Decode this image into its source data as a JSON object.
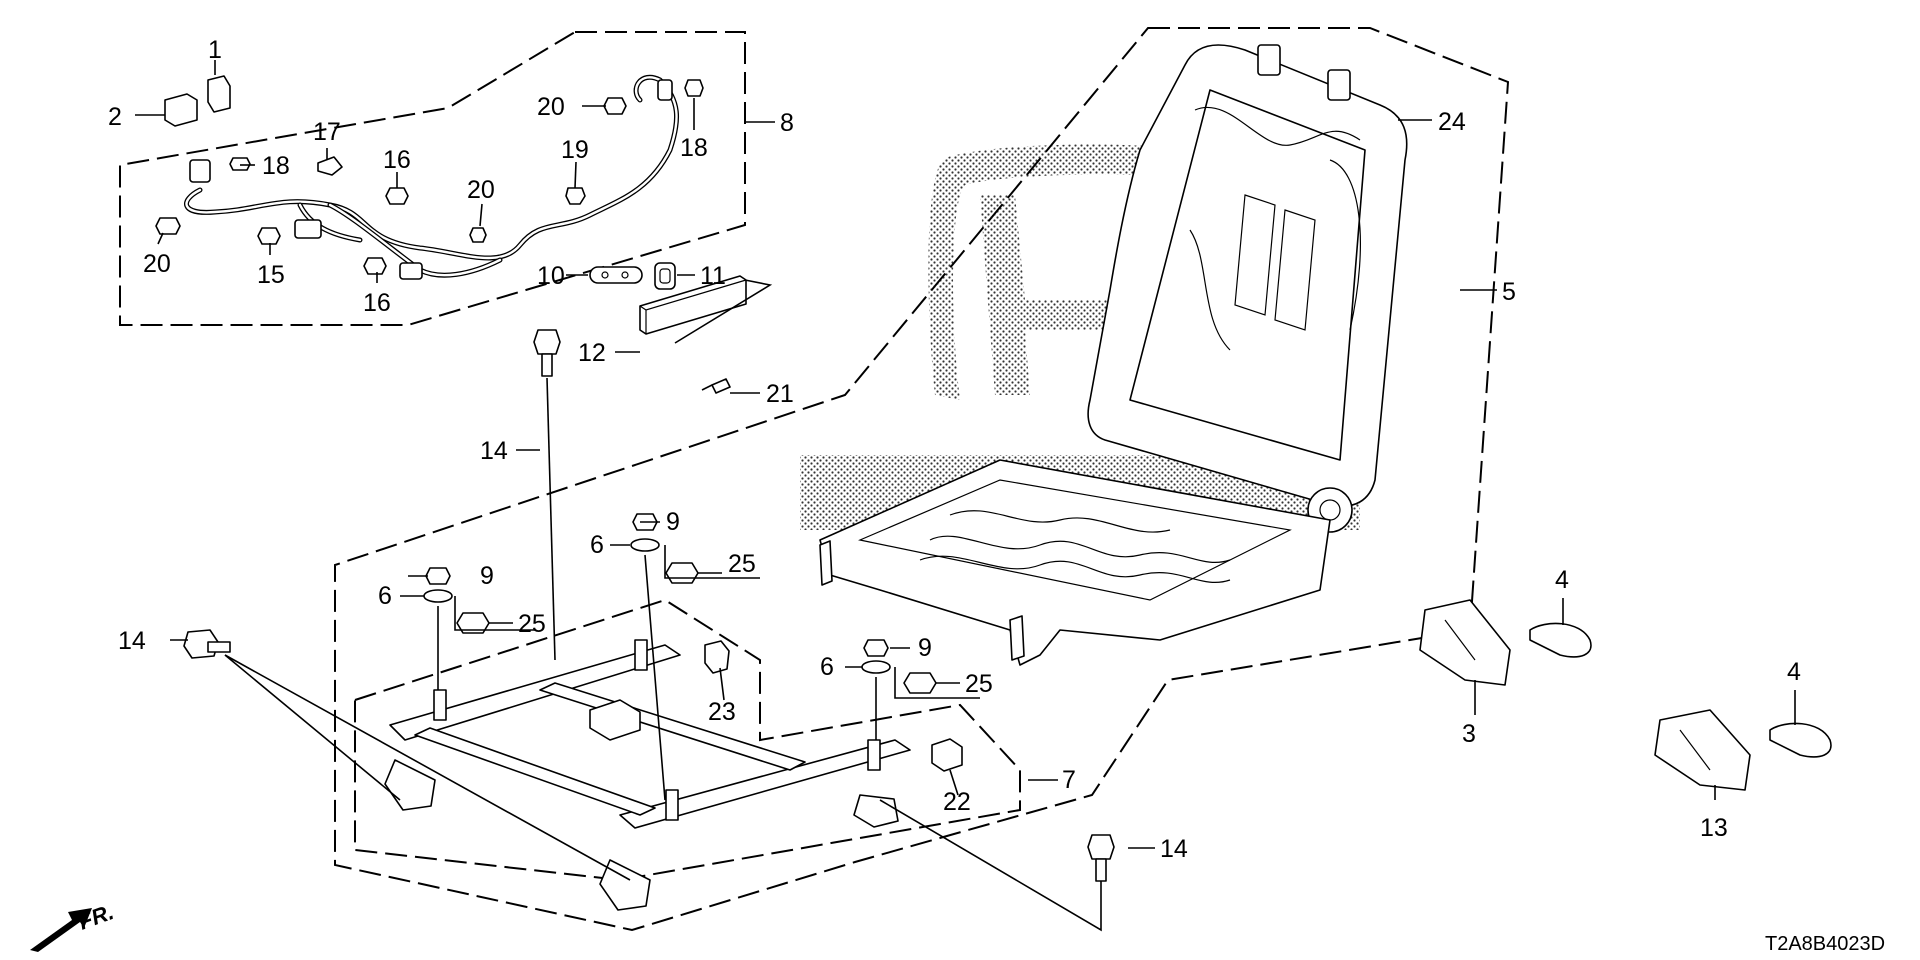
{
  "diagram": {
    "code": "T2A8B4023D",
    "direction_label": "FR.",
    "callouts": [
      {
        "id": "c1",
        "label": "1"
      },
      {
        "id": "c2",
        "label": "2"
      },
      {
        "id": "c3",
        "label": "3"
      },
      {
        "id": "c4a",
        "label": "4"
      },
      {
        "id": "c4b",
        "label": "4"
      },
      {
        "id": "c5",
        "label": "5"
      },
      {
        "id": "c6a",
        "label": "6"
      },
      {
        "id": "c6b",
        "label": "6"
      },
      {
        "id": "c6c",
        "label": "6"
      },
      {
        "id": "c7",
        "label": "7"
      },
      {
        "id": "c8",
        "label": "8"
      },
      {
        "id": "c9a",
        "label": "9"
      },
      {
        "id": "c9b",
        "label": "9"
      },
      {
        "id": "c9c",
        "label": "9"
      },
      {
        "id": "c10",
        "label": "10"
      },
      {
        "id": "c11",
        "label": "11"
      },
      {
        "id": "c12",
        "label": "12"
      },
      {
        "id": "c13",
        "label": "13"
      },
      {
        "id": "c14a",
        "label": "14"
      },
      {
        "id": "c14b",
        "label": "14"
      },
      {
        "id": "c14c",
        "label": "14"
      },
      {
        "id": "c15",
        "label": "15"
      },
      {
        "id": "c16a",
        "label": "16"
      },
      {
        "id": "c16b",
        "label": "16"
      },
      {
        "id": "c17",
        "label": "17"
      },
      {
        "id": "c18a",
        "label": "18"
      },
      {
        "id": "c18b",
        "label": "18"
      },
      {
        "id": "c19",
        "label": "19"
      },
      {
        "id": "c20a",
        "label": "20"
      },
      {
        "id": "c20b",
        "label": "20"
      },
      {
        "id": "c20c",
        "label": "20"
      },
      {
        "id": "c21",
        "label": "21"
      },
      {
        "id": "c22",
        "label": "22"
      },
      {
        "id": "c23",
        "label": "23"
      },
      {
        "id": "c24",
        "label": "24"
      },
      {
        "id": "c25a",
        "label": "25"
      },
      {
        "id": "c25b",
        "label": "25"
      },
      {
        "id": "c25c",
        "label": "25"
      }
    ]
  }
}
